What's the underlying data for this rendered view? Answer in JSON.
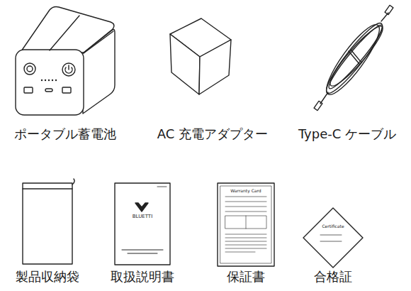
{
  "diagram": {
    "labels": [
      "ポータブル蓄電池",
      "AC 充電アダプター",
      "Type-C ケーブル",
      "製品収納袋",
      "取扱説明書",
      "保証書",
      "合格証",
      "BLUETTI",
      "Warranty Card",
      "Certificate"
    ]
  }
}
